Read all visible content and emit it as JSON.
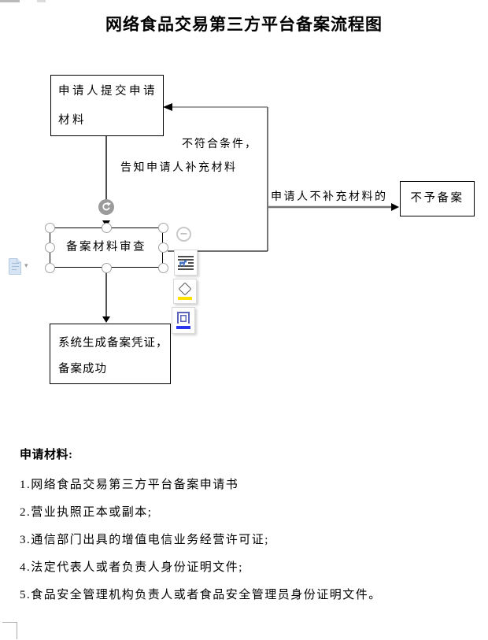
{
  "title": "网络食品交易第三方平台备案流程图",
  "flowchart": {
    "box_submit": {
      "line1": "申请人提交申请",
      "line2": "材料"
    },
    "label_not_qualified": "不符合条件，",
    "label_notify_supplement": "告知申请人补充材料",
    "label_no_supplement": "申请人不补充材料的",
    "box_no_filing": "不予备案",
    "box_review": "备案材料审查",
    "box_success": {
      "line1": "系统生成备案凭证，",
      "line2": "备案成功"
    }
  },
  "materials": {
    "heading": "申请材料:",
    "items": [
      "1.网络食品交易第三方平台备案申请书",
      "2.营业执照正本或副本;",
      "3.通信部门出具的增值电信业务经营许可证;",
      "4.法定代表人或者负责人身份证明文件;",
      "5.食品安全管理机构负责人或者食品安全管理员身份证明文件。"
    ]
  },
  "shape_toolbar": {
    "collapse_glyph": "−",
    "buttons": [
      "layout-options",
      "shape-fill",
      "shape-outline"
    ]
  },
  "paste_button": {
    "dropdown_glyph": "▾"
  },
  "icons": {
    "rotate_handle": "rotate-icon",
    "collapse": "minus-icon",
    "layout_options": "layout-options-icon",
    "shape_fill": "fill-color-icon",
    "shape_outline": "outline-color-icon",
    "paste_options": "paste-options-icon"
  },
  "colors": {
    "connector_gray": "#808080",
    "handle_border_gray": "#a3a3a3",
    "rotate_handle_gray": "#9b9b9b",
    "fill_swatch_yellow": "#ffe000",
    "outline_swatch_blue": "#2b36f0",
    "paste_icon_blue": "#cfe0f1"
  }
}
